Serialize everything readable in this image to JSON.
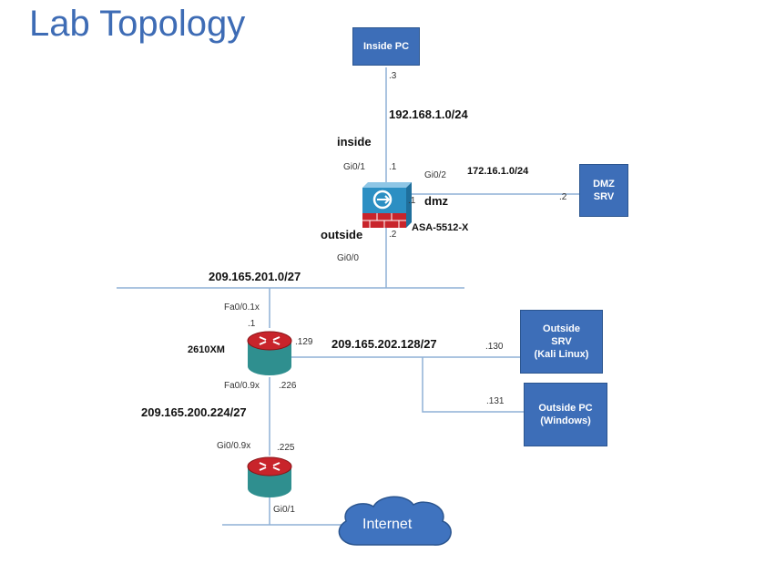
{
  "title": "Lab Topology",
  "nodes": {
    "inside_pc": "Inside PC",
    "dmz_srv": [
      "DMZ",
      "SRV"
    ],
    "outside_srv": [
      "Outside",
      "SRV",
      "(Kali Linux)"
    ],
    "outside_pc": [
      "Outside PC",
      "(Windows)"
    ],
    "asa": "ASA-5512-X",
    "router1": "2610XM",
    "internet": "Internet"
  },
  "networks": {
    "inside": "192.168.1.0/24",
    "dmz": "172.16.1.0/24",
    "outside": "209.165.201.0/27",
    "outside_servers": "209.165.202.128/27",
    "transit": "209.165.200.224/27"
  },
  "labels": {
    "inside_pc_host": ".3",
    "inside_name": "inside",
    "asa_gi01": "Gi0/1",
    "asa_gi01_host": ".1",
    "asa_gi02": "Gi0/2",
    "asa_gi02_host": ".1",
    "dmz_name": "dmz",
    "dmz_srv_host": ".2",
    "outside_name": "outside",
    "asa_gi00_host": ".2",
    "asa_gi00": "Gi0/0",
    "r1_fa01": "Fa0/0.1x",
    "r1_fa01_host": ".1",
    "r1_129": ".129",
    "outside_srv_host": ".130",
    "outside_pc_host": ".131",
    "r1_fa09": "Fa0/0.9x",
    "r1_226": ".226",
    "r2_gi09": "Gi0/0.9x",
    "r2_225": ".225",
    "r2_gi01": "Gi0/1"
  },
  "colors": {
    "title": "#3e6cb5",
    "box": "#3d6eb8",
    "wire": "#8fb0d6",
    "router_red": "#c8242b",
    "router_teal": "#2f8f8f",
    "cloud": "#3f73bf"
  }
}
